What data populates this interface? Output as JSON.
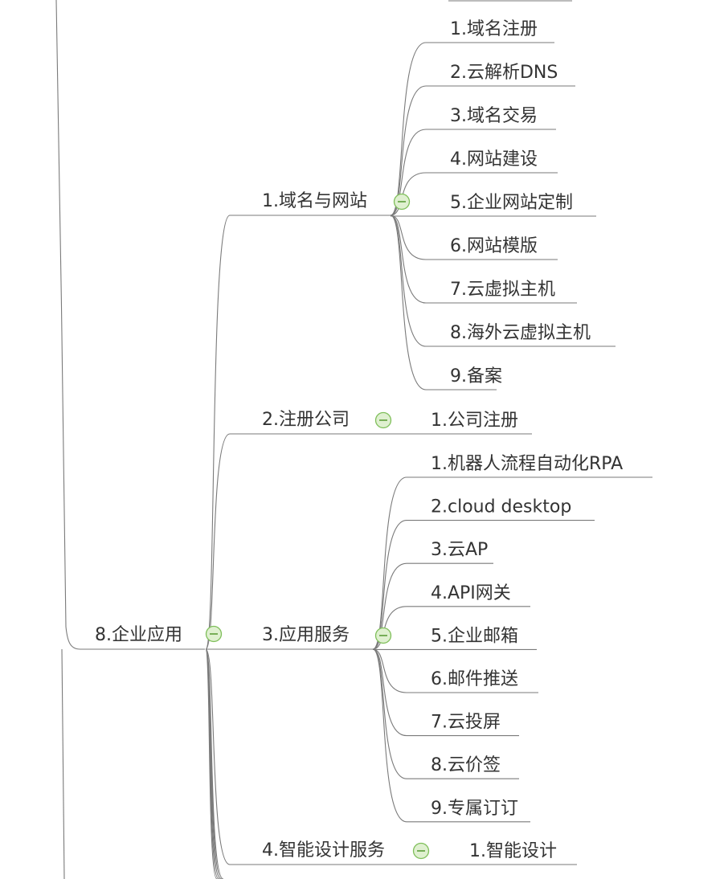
{
  "root": {
    "label": "8.企业应用",
    "children": [
      {
        "label": "1.域名与网站",
        "children": [
          "1.域名注册",
          "2.云解析DNS",
          "3.域名交易",
          "4.网站建设",
          "5.企业网站定制",
          "6.网站模版",
          "7.云虚拟主机",
          "8.海外云虚拟主机",
          "9.备案"
        ]
      },
      {
        "label": "2.注册公司",
        "children": [
          "1.公司注册"
        ]
      },
      {
        "label": "3.应用服务",
        "children": [
          "1.机器人流程自动化RPA",
          "2.cloud desktop",
          "3.云AP",
          "4.API网关",
          "5.企业邮箱",
          "6.邮件推送",
          "7.云投屏",
          "8.云价签",
          "9.专属订订"
        ]
      },
      {
        "label": "4.智能设计服务",
        "children": [
          "1.智能设计"
        ]
      }
    ]
  },
  "colors": {
    "line": "#7a7a7a",
    "text": "#333333",
    "collapse_fill": "#dff0d0",
    "collapse_stroke": "#7fbf5a"
  }
}
